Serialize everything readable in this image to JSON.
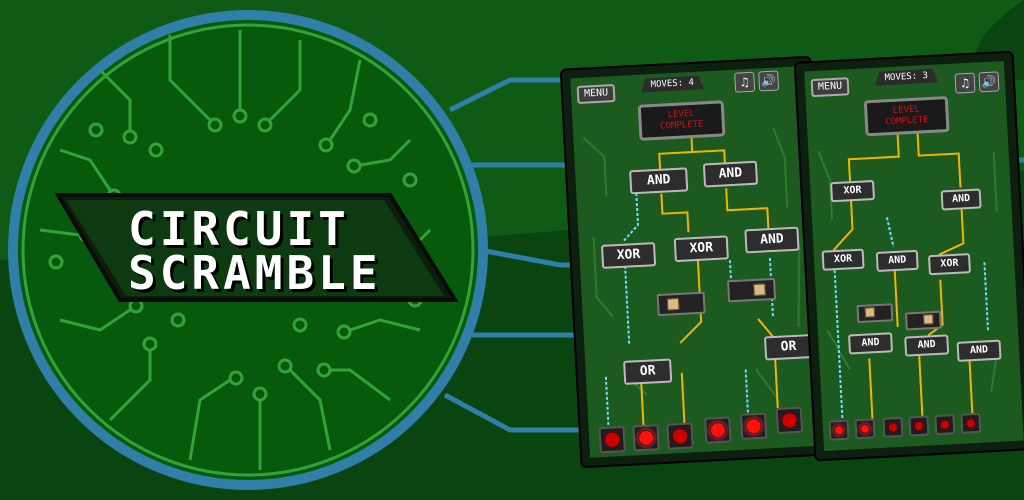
{
  "title": {
    "line1": "CIRCUIT",
    "line2": "SCRAMBLE"
  },
  "colors": {
    "background": "#0f5a14",
    "ring": "#2f7fa8",
    "wire_yellow": "#f1b400",
    "wire_cyan": "#6fe0ff",
    "led_red": "#ff1010"
  },
  "phones": [
    {
      "menu_label": "MENU",
      "moves_label": "MOVES: 4",
      "music_icon": "♫",
      "sound_icon": "🔊",
      "status_line1": "LEVEL",
      "status_line2": "COMPLETE",
      "gates": [
        "AND",
        "AND",
        "XOR",
        "XOR",
        "AND",
        "OR",
        "OR"
      ]
    },
    {
      "menu_label": "MENU",
      "moves_label": "MOVES: 3",
      "music_icon": "♫",
      "sound_icon": "🔊",
      "status_line1": "LEVEL",
      "status_line2": "COMPLETE",
      "gates": [
        "XOR",
        "AND",
        "XOR",
        "AND",
        "XOR",
        "AND",
        "AND",
        "AND"
      ]
    }
  ]
}
